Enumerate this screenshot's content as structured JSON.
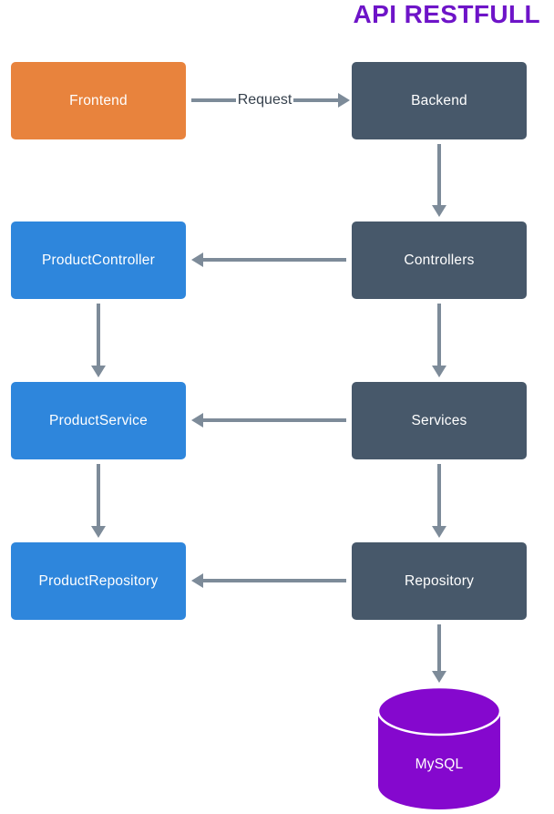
{
  "title": "API RESTFULL",
  "nodes": {
    "frontend": {
      "label": "Frontend"
    },
    "backend": {
      "label": "Backend"
    },
    "product_controller": {
      "label": "ProductController"
    },
    "controllers": {
      "label": "Controllers"
    },
    "product_service": {
      "label": "ProductService"
    },
    "services": {
      "label": "Services"
    },
    "product_repository": {
      "label": "ProductRepository"
    },
    "repository": {
      "label": "Repository"
    },
    "mysql": {
      "label": "MySQL"
    }
  },
  "edges": {
    "request": {
      "from": "Frontend",
      "to": "Backend",
      "label": "Request",
      "direction": "right"
    },
    "backend_controllers": {
      "from": "Backend",
      "to": "Controllers",
      "label": "",
      "direction": "down"
    },
    "controllers_product_controller": {
      "from": "Controllers",
      "to": "ProductController",
      "label": "",
      "direction": "left"
    },
    "controllers_services": {
      "from": "Controllers",
      "to": "Services",
      "label": "",
      "direction": "down"
    },
    "product_controller_product_service": {
      "from": "ProductController",
      "to": "ProductService",
      "label": "",
      "direction": "down"
    },
    "services_product_service": {
      "from": "Services",
      "to": "ProductService",
      "label": "",
      "direction": "left"
    },
    "services_repository": {
      "from": "Services",
      "to": "Repository",
      "label": "",
      "direction": "down"
    },
    "product_service_product_repository": {
      "from": "ProductService",
      "to": "ProductRepository",
      "label": "",
      "direction": "down"
    },
    "repository_product_repository": {
      "from": "Repository",
      "to": "ProductRepository",
      "label": "",
      "direction": "left"
    },
    "repository_mysql": {
      "from": "Repository",
      "to": "MySQL",
      "label": "",
      "direction": "down"
    }
  },
  "colors": {
    "title": "#6E14C8",
    "frontend_box": "#E8833D",
    "backend_box": "#47586A",
    "product_box": "#2E86DC",
    "arrow": "#7D8B99",
    "edge_label": "#36414D",
    "database": "#8508CE",
    "box_text": "#FFFFFF",
    "background": "#FFFFFF"
  }
}
